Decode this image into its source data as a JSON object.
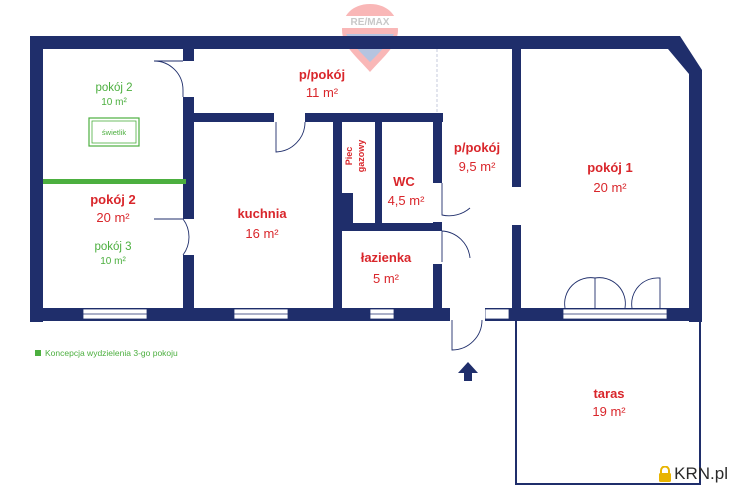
{
  "rooms": {
    "pokoj2_top": {
      "name": "pokój 2",
      "area": "10 m²"
    },
    "swietlik": "świetlik",
    "pokoj2_mid": {
      "name": "pokój 2",
      "area": "20 m²"
    },
    "pokoj3": {
      "name": "pokój 3",
      "area": "10 m²"
    },
    "ppokoj_top": {
      "name": "p/pokój",
      "area": "11 m²"
    },
    "kuchnia": {
      "name": "kuchnia",
      "area": "16 m²"
    },
    "piec": {
      "line1": "Piec",
      "line2": "gazowy"
    },
    "wc": {
      "name": "WC",
      "area": "4,5 m²"
    },
    "lazienka": {
      "name": "łazienka",
      "area": "5 m²"
    },
    "ppokoj_mid": {
      "name": "p/pokój",
      "area": "9,5 m²"
    },
    "pokoj1": {
      "name": "pokój 1",
      "area": "20 m²"
    },
    "taras": {
      "name": "taras",
      "area": "19 m²"
    }
  },
  "legend": {
    "text": "Koncepcja wydzielenia 3-go pokoju"
  },
  "logo_remax": "RE/MAX",
  "watermark": {
    "text": "KRN.pl"
  },
  "colors": {
    "wall": "#1f2e6b",
    "room_label": "#d9262b",
    "concept": "#4caf3f"
  }
}
